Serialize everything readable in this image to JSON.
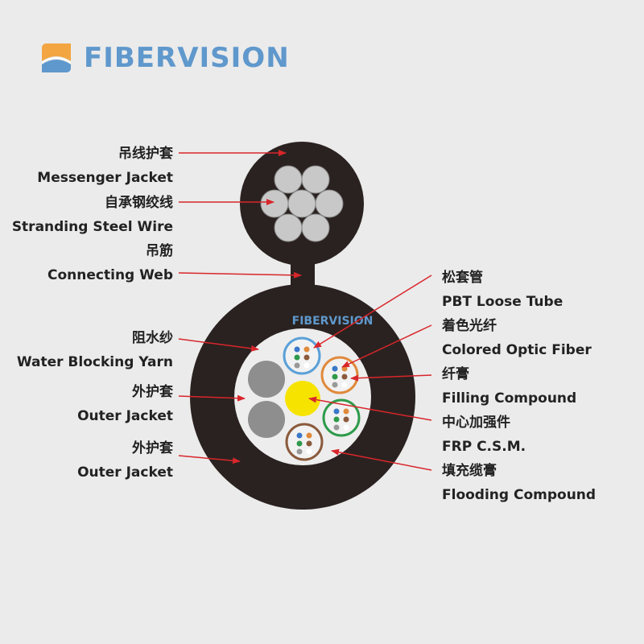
{
  "logo": {
    "text": "FIBERVISION"
  },
  "cable_watermark": "FIBERVISION",
  "left_labels": [
    {
      "cn": "吊线护套",
      "en": "Messenger Jacket"
    },
    {
      "cn": "自承钢绞线",
      "en": "Stranding Steel Wire"
    },
    {
      "cn": "吊筋",
      "en": "Connecting Web"
    },
    {
      "cn": "阻水纱",
      "en": "Water Blocking Yarn"
    },
    {
      "cn": "外护套",
      "en": "Outer Jacket"
    },
    {
      "cn": "外护套",
      "en": "Outer Jacket"
    }
  ],
  "right_labels": [
    {
      "cn": "松套管",
      "en": "PBT Loose Tube"
    },
    {
      "cn": "着色光纤",
      "en": "Colored Optic Fiber"
    },
    {
      "cn": "纤膏",
      "en": "Filling Compound"
    },
    {
      "cn": "中心加强件",
      "en": "FRP C.S.M."
    },
    {
      "cn": "填充缆膏",
      "en": "Flooding Compound"
    }
  ],
  "colors": {
    "jacket": "#2a2220",
    "arrow": "#d8262b",
    "logo_blue": "#5f98cc",
    "logo_orange": "#f2a541",
    "tube_blue": "#5aa0d8",
    "tube_orange": "#e08a3c",
    "tube_green": "#2e9a4a",
    "tube_brown": "#8b5a3c",
    "frp": "#f6e300",
    "filler": "#8e8e8e"
  }
}
